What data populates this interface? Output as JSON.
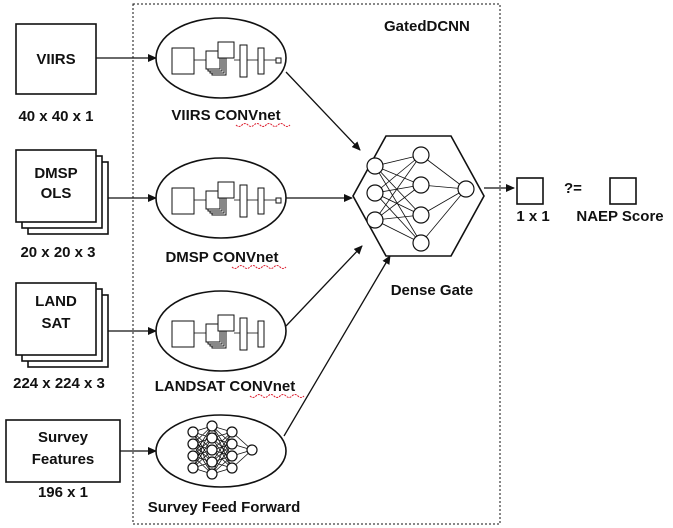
{
  "container": {
    "label": "GatedDCNN"
  },
  "inputs": [
    {
      "lines": [
        "VIIRS"
      ],
      "dims": "40 x 40 x 1"
    },
    {
      "lines": [
        "DMSP",
        "OLS"
      ],
      "dims": "20 x 20 x 3"
    },
    {
      "lines": [
        "LAND",
        "SAT"
      ],
      "dims": "224 x 224 x 3"
    },
    {
      "lines": [
        "Survey",
        "Features"
      ],
      "dims": "196 x 1"
    }
  ],
  "networks": [
    {
      "label": "VIIRS CONVnet",
      "kind": "conv"
    },
    {
      "label": "DMSP CONVnet",
      "kind": "conv"
    },
    {
      "label": "LANDSAT CONVnet",
      "kind": "conv"
    },
    {
      "label": "Survey Feed Forward",
      "kind": "ff"
    }
  ],
  "gate": {
    "label": "Dense Gate"
  },
  "output": {
    "label": "1 x 1"
  },
  "comparison": {
    "symbol": "?=",
    "target_label": "NAEP Score"
  },
  "colors": {
    "stroke": "#111111",
    "spellcheck_underline": "#dd2233"
  }
}
